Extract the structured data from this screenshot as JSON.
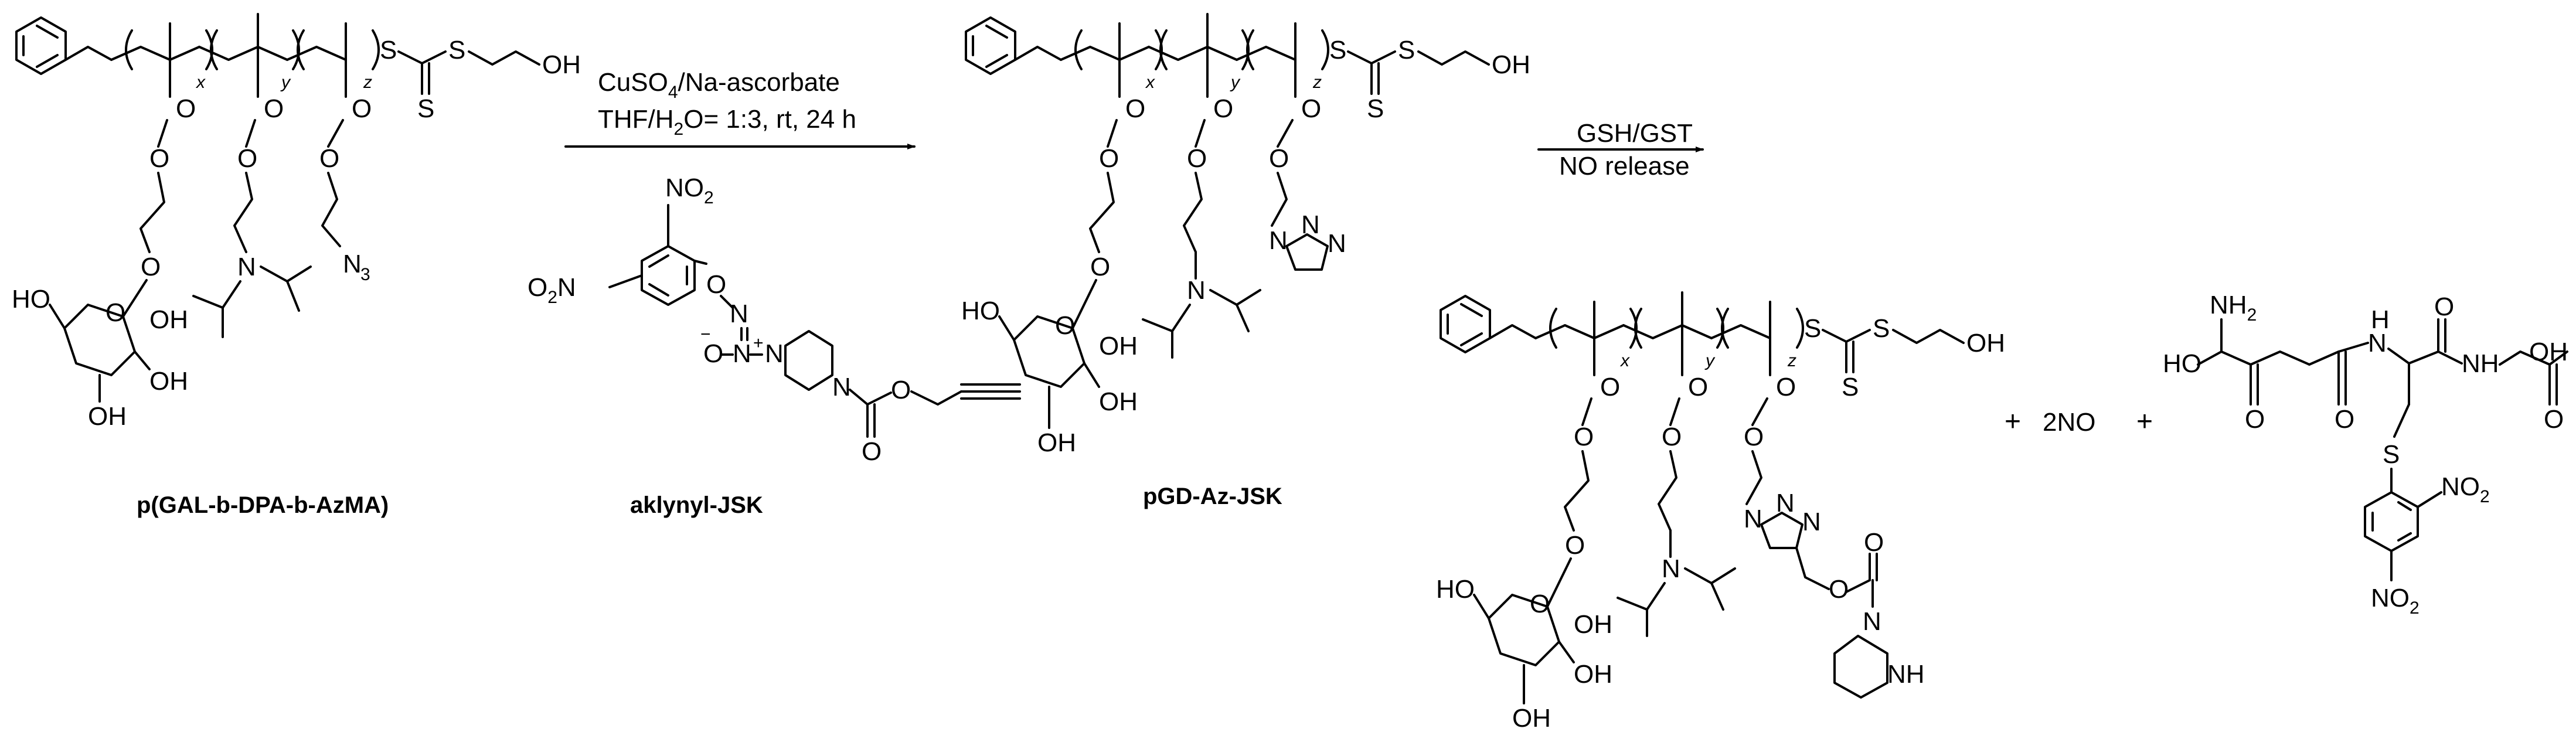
{
  "compounds": {
    "polymer": "p(GAL-b-DPA-b-AzMA)",
    "alkynyl": "aklynyl-JSK",
    "product": "pGD-Az-JSK"
  },
  "reaction1": {
    "line1": "CuSO",
    "line1_sub": "4",
    "line1_rest": "/Na-ascorbate",
    "line2": "THF/H",
    "line2_sub": "2",
    "line2_rest": "O= 1:3, rt, 24 h"
  },
  "reaction2": {
    "line1": "GSH/GST",
    "line2": "NO release"
  },
  "byproducts": {
    "plus": "+",
    "no": "2NO"
  },
  "atoms": {
    "S": "S",
    "O": "O",
    "OH": "OH",
    "HO": "HO",
    "N": "N",
    "N3": "N",
    "N3_sub": "3",
    "NO2": "NO",
    "NO2_sub": "2",
    "O2N": "O",
    "O2N_sub": "2",
    "O2N_N": "N",
    "NH": "NH",
    "H": "H",
    "NH2": "NH",
    "NH2_sub": "2",
    "minus": "−",
    "plusc": "+",
    "x": "x",
    "y": "y",
    "z": "z"
  }
}
